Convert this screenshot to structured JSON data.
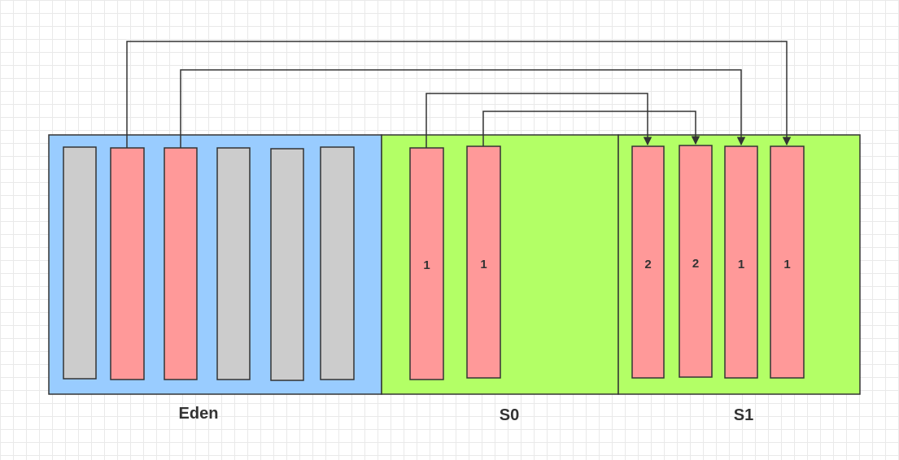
{
  "regions": [
    {
      "name": "eden",
      "label": "Eden",
      "color": "#99ccff"
    },
    {
      "name": "s0",
      "label": "S0",
      "color": "#b3ff66"
    },
    {
      "name": "s1",
      "label": "S1",
      "color": "#b3ff66"
    }
  ],
  "colors": {
    "live_object": "#ff9999",
    "garbage_object": "#cccccc",
    "border": "#333333",
    "arrow": "#333333"
  },
  "eden_blocks": [
    {
      "state": "garbage",
      "label": ""
    },
    {
      "state": "live",
      "label": ""
    },
    {
      "state": "live",
      "label": ""
    },
    {
      "state": "garbage",
      "label": ""
    },
    {
      "state": "garbage",
      "label": ""
    },
    {
      "state": "garbage",
      "label": ""
    }
  ],
  "s0_blocks": [
    {
      "state": "live",
      "label": "1"
    },
    {
      "state": "live",
      "label": "1"
    }
  ],
  "s1_blocks": [
    {
      "state": "live",
      "label": "2"
    },
    {
      "state": "live",
      "label": "2"
    },
    {
      "state": "live",
      "label": "1"
    },
    {
      "state": "live",
      "label": "1"
    }
  ],
  "copy_arrows": [
    {
      "from": "eden-block-2",
      "to": "s1-block-4"
    },
    {
      "from": "eden-block-3",
      "to": "s1-block-3"
    },
    {
      "from": "s0-block-1",
      "to": "s1-block-1"
    },
    {
      "from": "s0-block-2",
      "to": "s1-block-2"
    }
  ]
}
